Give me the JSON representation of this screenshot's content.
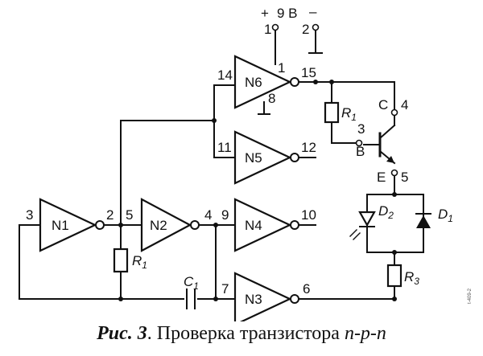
{
  "supply": {
    "plus": "+",
    "volt": "9 В",
    "minus": "–"
  },
  "gates": {
    "n1": "N1",
    "n2": "N2",
    "n3": "N3",
    "n4": "N4",
    "n5": "N5",
    "n6": "N6"
  },
  "pins": {
    "p1": "1",
    "p2": "2",
    "p3": "3",
    "p4": "4",
    "p5": "5",
    "p6": "6",
    "p7": "7",
    "p8": "8",
    "p9": "9",
    "p10": "10",
    "p11": "11",
    "p12": "12",
    "p14": "14",
    "p15": "15"
  },
  "terminals": {
    "t1": "1",
    "t2": "2",
    "t3": "3",
    "t4": "4",
    "t5": "5",
    "c": "C",
    "b": "B",
    "e": "E"
  },
  "parts": {
    "r1_a": {
      "name": "R",
      "sub": "1"
    },
    "r1_b": {
      "name": "R",
      "sub": "1"
    },
    "r3": {
      "name": "R",
      "sub": "3"
    },
    "c1": {
      "name": "C",
      "sub": "1"
    },
    "d1": {
      "name": "D",
      "sub": "1"
    },
    "d2": {
      "name": "D",
      "sub": "2"
    }
  },
  "caption": {
    "lead": "Рис. 3",
    "text": ". Проверка транзистора ",
    "type": "n-p-n"
  },
  "side_code": "t-409-2"
}
